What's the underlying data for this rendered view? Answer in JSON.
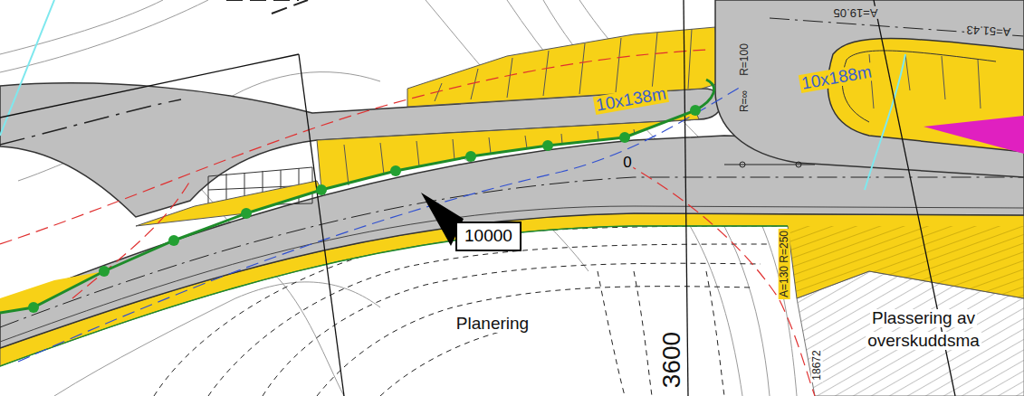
{
  "diagram": {
    "nodes": [
      {
        "text": [
          "10000"
        ]
      }
    ],
    "labels": [
      "A=19.05",
      "A=51.43",
      "R=100",
      "R=∞",
      "10x138m",
      "10x188m",
      "0",
      "Planering",
      "Plassering av",
      "overskuddsma",
      "3600",
      "A=130 R=250",
      "18672"
    ]
  }
}
